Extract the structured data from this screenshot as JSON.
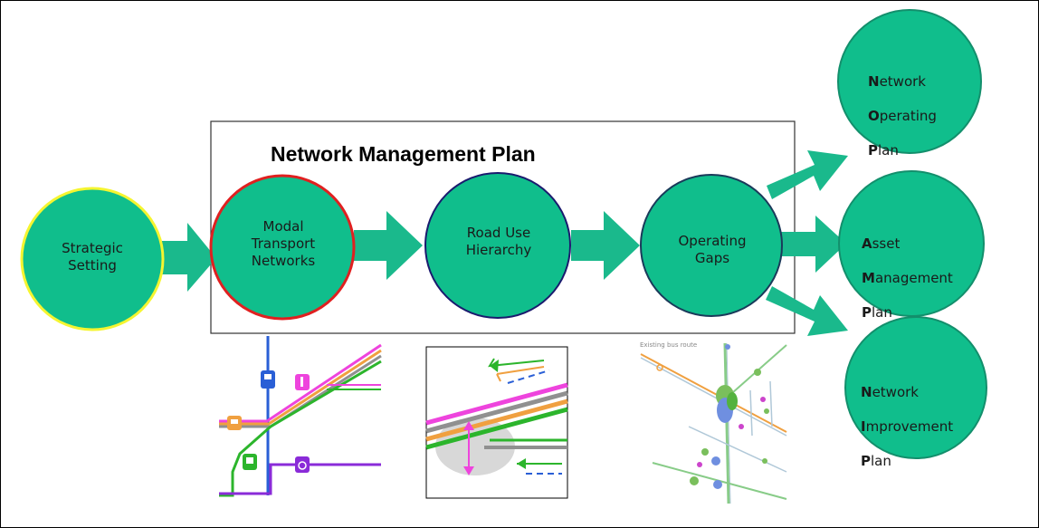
{
  "diagram": {
    "title": "Network Management Plan",
    "colors": {
      "node_fill": "#10be8c",
      "arrow_fill": "#1ab98c",
      "strategic_border": "#f5f530",
      "modal_border": "#e02020",
      "road_border": "#1a1a6e",
      "gaps_border": "#1a3a5a",
      "output_border": "#138f6c"
    },
    "nodes": {
      "strategic": {
        "label": "Strategic\nSetting"
      },
      "modal": {
        "label": "Modal\nTransport\nNetworks"
      },
      "road_use": {
        "label": "Road Use\nHierarchy"
      },
      "gaps": {
        "label": "Operating\nGaps"
      }
    },
    "outputs": {
      "network_operating": {
        "lines": [
          {
            "initial": "N",
            "rest": "etwork"
          },
          {
            "initial": "O",
            "rest": "perating"
          },
          {
            "initial": "P",
            "rest": "lan"
          }
        ]
      },
      "asset_management": {
        "lines": [
          {
            "initial": "A",
            "rest": "sset"
          },
          {
            "initial": "M",
            "rest": "anagement"
          },
          {
            "initial": "P",
            "rest": "lan"
          }
        ]
      },
      "network_improvement": {
        "lines": [
          {
            "initial": "N",
            "rest": "etwork"
          },
          {
            "initial": "I",
            "rest": "mprovement"
          },
          {
            "initial": "P",
            "rest": "lan"
          }
        ]
      }
    },
    "thumbnails": {
      "modal_networks": {
        "icons": [
          "bus-icon",
          "pedestrian-icon",
          "tram-icon",
          "train-icon",
          "cyclist-icon"
        ]
      },
      "road_hierarchy": {
        "icons": [
          "updown-arrow-icon"
        ]
      },
      "operating_gaps": {
        "label": "Existing bus route"
      }
    }
  }
}
